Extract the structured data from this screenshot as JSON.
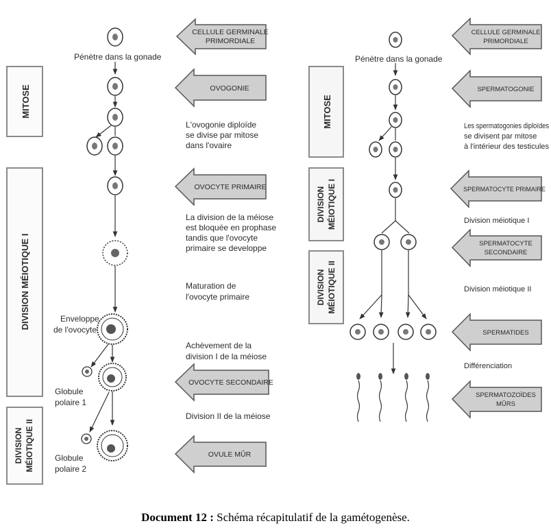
{
  "oogenesis": {
    "stage_arrows": [
      {
        "line1": "CELLULE GERMINALE",
        "line2": "PRIMORDIALE"
      },
      {
        "line1": "OVOGONIE",
        "line2": ""
      },
      {
        "line1": "OVOCYTE PRIMAIRE",
        "line2": ""
      },
      {
        "line1": "OVOCYTE SECONDAIRE",
        "line2": ""
      },
      {
        "line1": "OVULE MÛR",
        "line2": ""
      }
    ],
    "phase_boxes": [
      {
        "line1": "MITOSE",
        "line2": ""
      },
      {
        "line1": "DIVISION MÉIOTIQUE I",
        "line2": ""
      },
      {
        "line1": "DIVISION",
        "line2": "MÉIOTIQUE II"
      }
    ],
    "penetre": "Pénètre dans la gonade",
    "desc_ovogonie": [
      "L'ovogonie diploïde",
      "se divise par mitose",
      "dans l'ovaire"
    ],
    "desc_blocage": [
      "La division de la méiose",
      "est bloquée en prophase",
      "tandis que l'ovocyte",
      "primaire se developpe"
    ],
    "desc_maturation": [
      "Maturation de",
      "l'ovocyte primaire"
    ],
    "desc_achevement": [
      "Achèvement de la",
      "division I de la méiose"
    ],
    "desc_division2": "Division II de la méiose",
    "enveloppe": [
      "Enveloppe",
      "de l'ovocyte"
    ],
    "globule1": [
      "Globule",
      "polaire 1"
    ],
    "globule2": [
      "Globule",
      "polaire 2"
    ]
  },
  "spermatogenesis": {
    "stage_arrows": [
      {
        "line1": "CELLULE GERMINALE",
        "line2": "PRIMORDIALE"
      },
      {
        "line1": "SPERMATOGONIE",
        "line2": ""
      },
      {
        "line1": "SPERMATOCYTE PRIMAIRE",
        "line2": ""
      },
      {
        "line1": "SPERMATOCYTE",
        "line2": "SECONDAIRE"
      },
      {
        "line1": "SPERMATIDES",
        "line2": ""
      },
      {
        "line1": "SPERMATOZOÏDES",
        "line2": "MÛRS"
      }
    ],
    "phase_boxes": [
      {
        "line1": "MITOSE",
        "line2": ""
      },
      {
        "line1": "DIVISION",
        "line2": "MÉIOTIQUE I"
      },
      {
        "line1": "DIVISION",
        "line2": "MÉIOTIQUE II"
      }
    ],
    "penetre": "Pénètre dans la gonade",
    "desc_mitose": [
      "Les spermatogonies diploïdes",
      "se divisent par mitose",
      "à l'intérieur des testicules"
    ],
    "desc_meiose1": "Division méiotique I",
    "desc_meiose2": "Division méiotique II",
    "desc_diff": "Différenciation"
  },
  "caption": {
    "label": "Document 12 :",
    "text": " Schéma récapitulatif de la gamétogenèse."
  },
  "colors": {
    "arrow_fill": "#cfcfcf",
    "arrow_stroke": "#555555",
    "box_stroke": "#8a8a8a",
    "line": "#333333"
  }
}
